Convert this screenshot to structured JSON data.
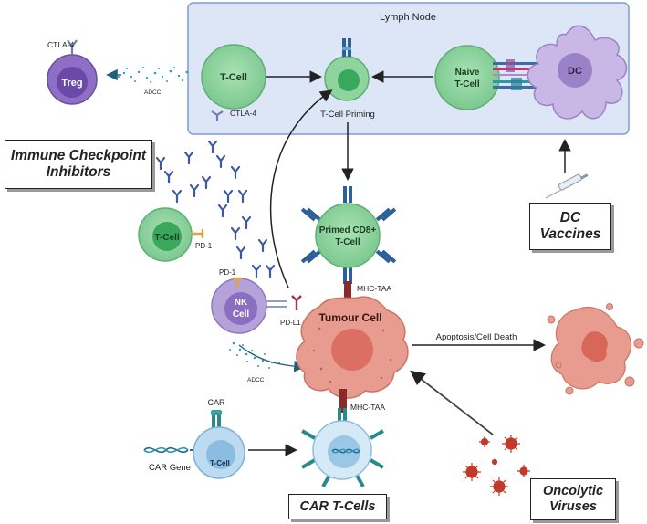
{
  "lymph_node": {
    "title": "Lymph Node",
    "t_cell": "T-Cell",
    "ctla4": "CTLA-4",
    "priming": "T-Cell Priming",
    "naive": [
      "Naive",
      "T-Cell"
    ],
    "dc": "DC"
  },
  "treg": {
    "label": "Treg",
    "ctla4": "CTLA-4",
    "adcc": "ADCC"
  },
  "boxes": {
    "checkpoint": [
      "Immune Checkpoint",
      "Inhibitors"
    ],
    "dc_vaccines": [
      "DC",
      "Vaccines"
    ],
    "car_t": "CAR T-Cells",
    "oncolytic": [
      "Oncolytic",
      "Viruses"
    ]
  },
  "checkpoint_area": {
    "t_cell": "T-Cell",
    "pd1_top": "PD-1",
    "pd1_nk": "PD-1",
    "nk": [
      "NK",
      "Cell"
    ],
    "pdl1": "PD-L1",
    "adcc": "ADCC"
  },
  "primed": [
    "Primed CD8+",
    "T-Cell"
  ],
  "tumour": {
    "label": "Tumour Cell",
    "mhc_top": "MHC-TAA",
    "mhc_bottom": "MHC-TAA",
    "death": "Apoptosis/Cell Death"
  },
  "car": {
    "car": "CAR",
    "gene": "CAR Gene",
    "t_cell": "T-Cell"
  },
  "colors": {
    "lymph_bg": "#dde6f6",
    "lymph_border": "#7f9ccd",
    "tcell": "#8fd39f",
    "tcell_nucleus": "#39a85c",
    "treg": "#8f6fc6",
    "nk": "#b4a2d8",
    "dc": "#c9b7e6",
    "tumour": "#e89c8f",
    "virus": "#c0392b",
    "antibody": "#3a5aa8"
  }
}
